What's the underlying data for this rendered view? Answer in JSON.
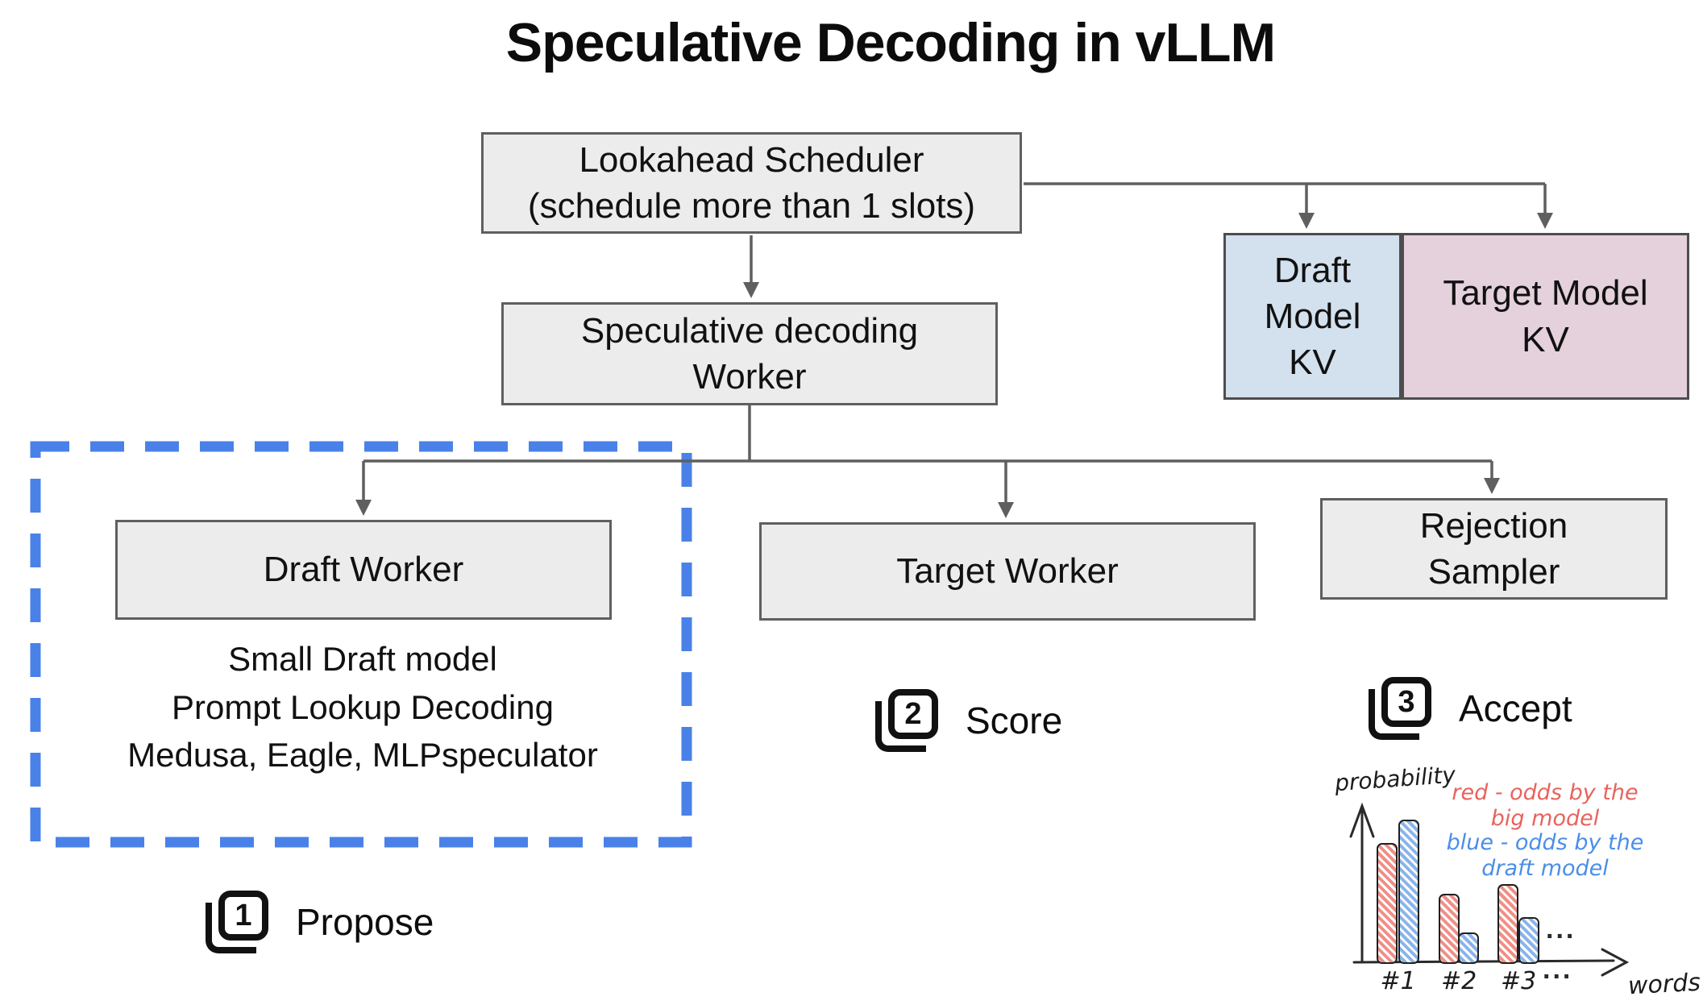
{
  "title": "Speculative Decoding in vLLM",
  "nodes": {
    "scheduler": "Lookahead Scheduler\n(schedule more than 1 slots)",
    "spec_worker": "Speculative decoding\nWorker",
    "draft_model_kv": "Draft\nModel\nKV",
    "target_model_kv": "Target Model\nKV",
    "draft_worker": "Draft Worker",
    "draft_worker_details": "Small Draft model\nPrompt Lookup Decoding\nMedusa, Eagle, MLPspeculator",
    "target_worker": "Target Worker",
    "rejection_sampler": "Rejection\nSampler"
  },
  "steps": [
    {
      "num": "1",
      "label": "Propose"
    },
    {
      "num": "2",
      "label": "Score"
    },
    {
      "num": "3",
      "label": "Accept"
    }
  ],
  "colors": {
    "dashed_group_border": "#4a81e8",
    "node_fill": "#ececec",
    "node_border": "#5f5f5f",
    "connector": "#5f5f5f",
    "draft_kv_fill": "#d3e0ee",
    "target_kv_fill": "#e4d1db",
    "bar_red": "#ef8f86",
    "bar_blue": "#88b4ea",
    "legend_red": "#e8635c",
    "legend_blue": "#4b8ee8"
  },
  "chart_data": {
    "type": "bar",
    "title": "",
    "categories": [
      "#1",
      "#2",
      "#3"
    ],
    "series": [
      {
        "name": "red - odds by the big model",
        "color": "#ef8f86",
        "values": [
          0.65,
          0.38,
          0.43
        ]
      },
      {
        "name": "blue - odds by the draft model",
        "color": "#88b4ea",
        "values": [
          0.78,
          0.17,
          0.25
        ]
      }
    ],
    "xlabel": "words",
    "ylabel": "probability",
    "ylim": [
      0,
      1
    ],
    "grid": false,
    "legend_position": "top-right",
    "legend": [
      {
        "text": "red - odds by the\nbig model"
      },
      {
        "text": "blue - odds by the\ndraft model"
      }
    ],
    "ellipsis": "..."
  }
}
